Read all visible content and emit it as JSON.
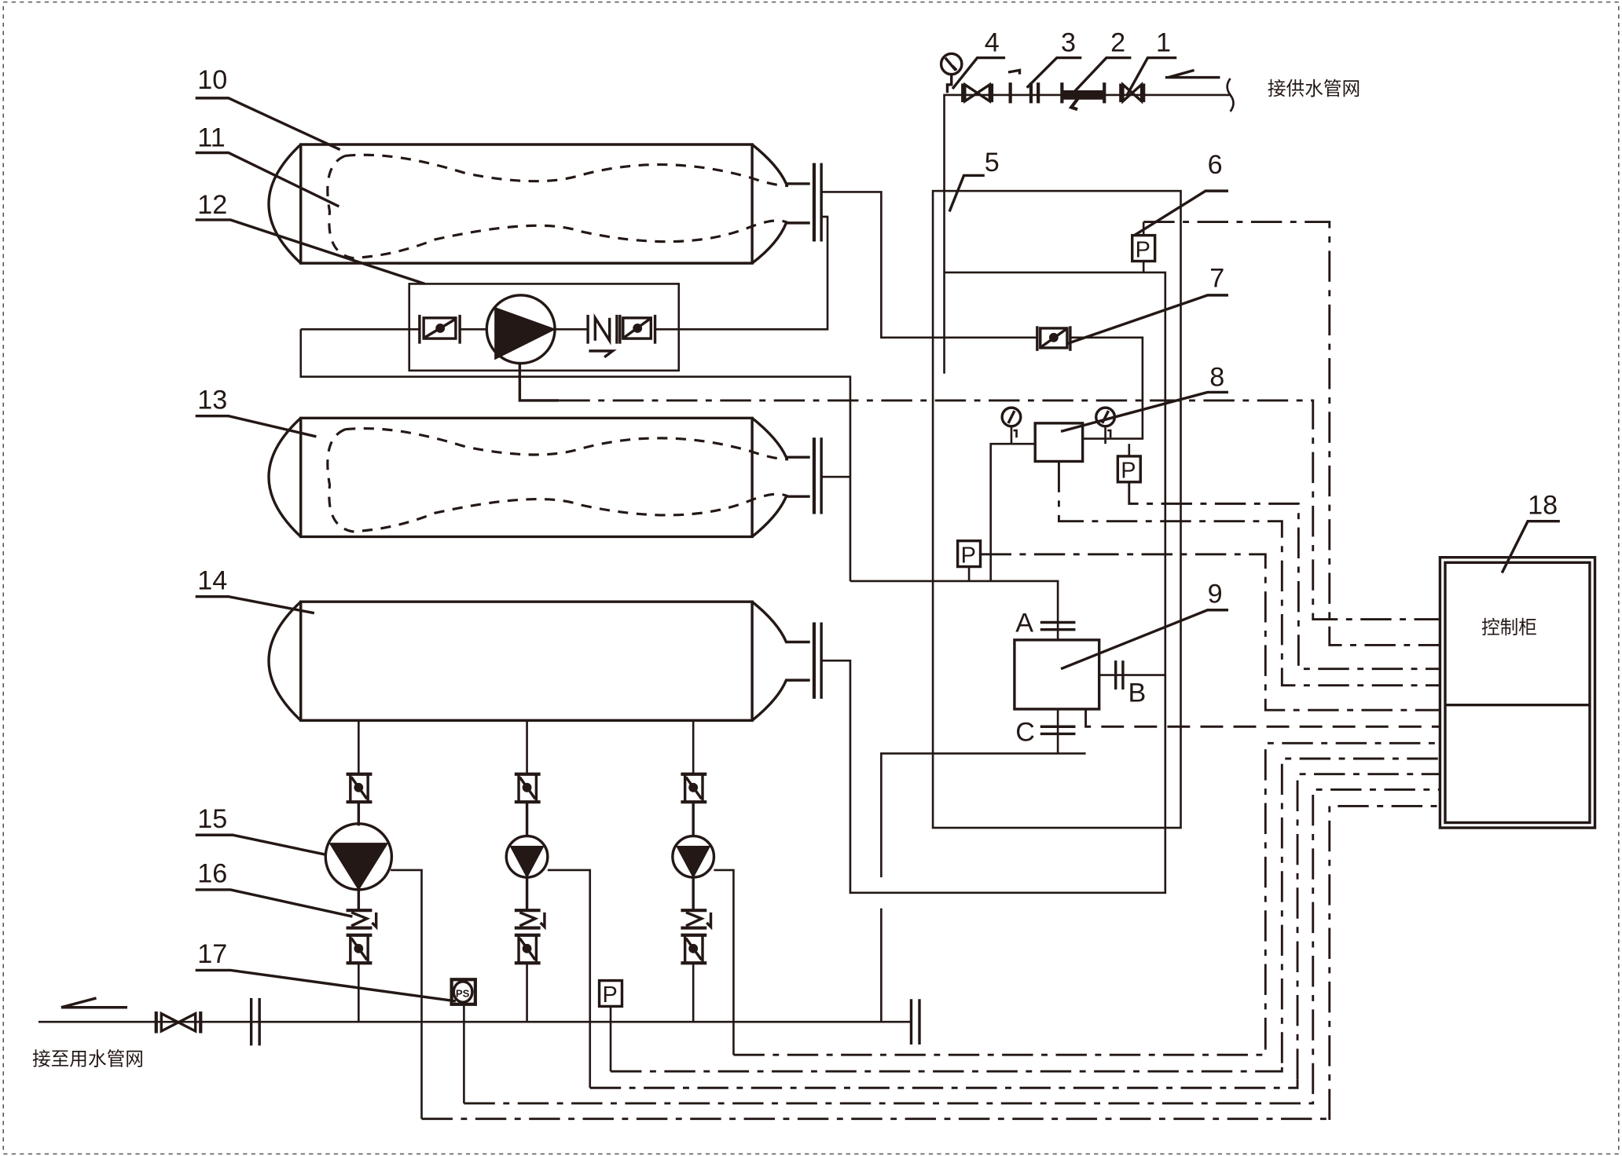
{
  "diagram": {
    "title_supply": "接供水管网",
    "title_outlet": "接至用水管网",
    "control_cabinet": "控制柜",
    "port_labels": {
      "a": "A",
      "b": "B",
      "c": "C"
    },
    "sensor_labels": {
      "pressure": "P",
      "pressure_switch": "PS"
    },
    "callouts": [
      "1",
      "2",
      "3",
      "4",
      "5",
      "6",
      "7",
      "8",
      "9",
      "10",
      "11",
      "12",
      "13",
      "14",
      "15",
      "16",
      "17",
      "18"
    ],
    "components": [
      {
        "id": "1",
        "type": "gate-valve"
      },
      {
        "id": "2",
        "type": "filter"
      },
      {
        "id": "3",
        "type": "backflow-fitting"
      },
      {
        "id": "4",
        "type": "gate-valve-with-gauge"
      },
      {
        "id": "5",
        "type": "piping-enclosure"
      },
      {
        "id": "6",
        "type": "pressure-sensor"
      },
      {
        "id": "7",
        "type": "butterfly-valve"
      },
      {
        "id": "8",
        "type": "flow-controller"
      },
      {
        "id": "9",
        "type": "three-way-control-unit"
      },
      {
        "id": "10",
        "type": "bladder-tank"
      },
      {
        "id": "11",
        "type": "bladder"
      },
      {
        "id": "12",
        "type": "booster-pump-set"
      },
      {
        "id": "13",
        "type": "bladder-tank"
      },
      {
        "id": "14",
        "type": "buffer-tank"
      },
      {
        "id": "15",
        "type": "main-pump"
      },
      {
        "id": "16",
        "type": "check-valve"
      },
      {
        "id": "17",
        "type": "pressure-switch"
      },
      {
        "id": "18",
        "type": "control-cabinet"
      }
    ],
    "colors": {
      "ink": "#231815",
      "background": "#ffffff"
    }
  }
}
